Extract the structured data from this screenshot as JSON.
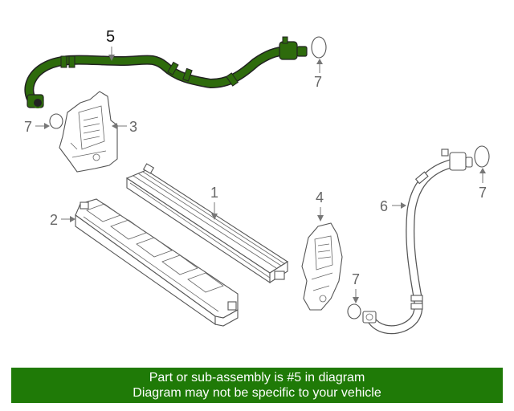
{
  "callouts": {
    "c1": "1",
    "c2": "2",
    "c3": "3",
    "c4": "4",
    "c5": "5",
    "c6": "6",
    "c7a": "7",
    "c7b": "7",
    "c7c": "7",
    "c7d": "7"
  },
  "colors": {
    "highlight": "#2e6b0c",
    "footer_bg": "#1f7a07",
    "footer_text": "#ffffff"
  },
  "footer": {
    "line1": "Part or sub-assembly is #5 in diagram",
    "line2": "Diagram may not be specific to your vehicle"
  }
}
